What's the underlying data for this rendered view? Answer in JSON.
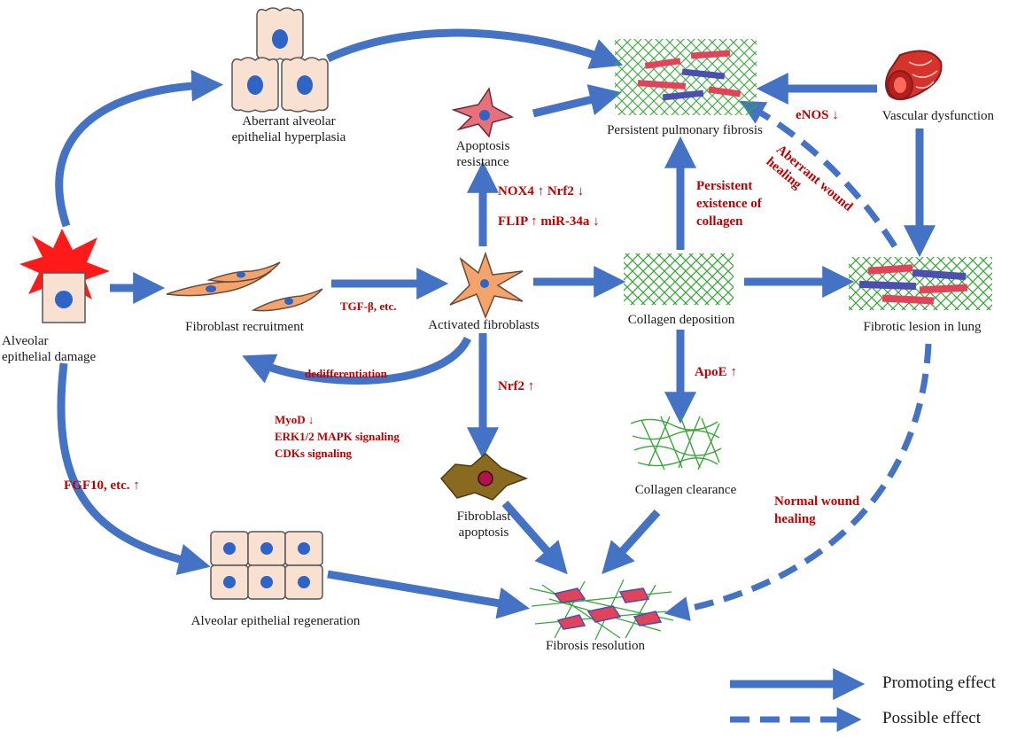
{
  "labels": {
    "aberrant_hyperplasia": [
      "Aberrant alveolar",
      "epithelial hyperplasia"
    ],
    "persistent_fibrosis": "Persistent pulmonary fibrosis",
    "vascular_dysfunction": "Vascular dysfunction",
    "apoptosis_resistance": [
      "Apoptosis",
      "resistance"
    ],
    "alveolar_damage": [
      "Alveolar",
      "epithelial damage"
    ],
    "fibroblast_recruitment": "Fibroblast recruitment",
    "activated_fibroblasts": "Activated fibroblasts",
    "collagen_deposition": "Collagen deposition",
    "fibrotic_lesion": "Fibrotic lesion in lung",
    "fibroblast_apoptosis": [
      "Fibroblast",
      "apoptosis"
    ],
    "collagen_clearance": "Collagen clearance",
    "alveolar_regeneration": "Alveolar epithelial regeneration",
    "fibrosis_resolution": "Fibrosis resolution"
  },
  "annotations": {
    "enos": "eNOS ↓",
    "aberrant_wound_healing": [
      "Aberrant wound",
      "healing"
    ],
    "nox4_line1": "NOX4 ↑ Nrf2 ↓",
    "nox4_line2": "FLIP ↑ miR-34a ↓",
    "persistent_collagen": [
      "Persistent",
      "existence of",
      "collagen"
    ],
    "tgf_beta": "TGF-β, etc.",
    "dedifferentiation": "dedifferentiation",
    "myod": [
      "MyoD ↓",
      "ERK1/2 MAPK signaling",
      "CDKs signaling"
    ],
    "nrf2_up": "Nrf2 ↑",
    "apoe_up": "ApoE ↑",
    "fgf10": "FGF10, etc. ↑",
    "normal_wound_healing": [
      "Normal wound",
      "healing"
    ]
  },
  "legend": {
    "promoting": "Promoting effect",
    "possible": "Possible effect"
  },
  "colors": {
    "arrow": "#4472c4",
    "annotation": "#c00000",
    "collagen": "#3aa63a",
    "cell_fill": "#f9e1d2",
    "nucleus": "#2e64c6",
    "fibroblast": "#f4a36b",
    "damage_star": "#ff1a1a",
    "lesion_red": "#e0435a",
    "lesion_blue": "#4a4fb0"
  }
}
